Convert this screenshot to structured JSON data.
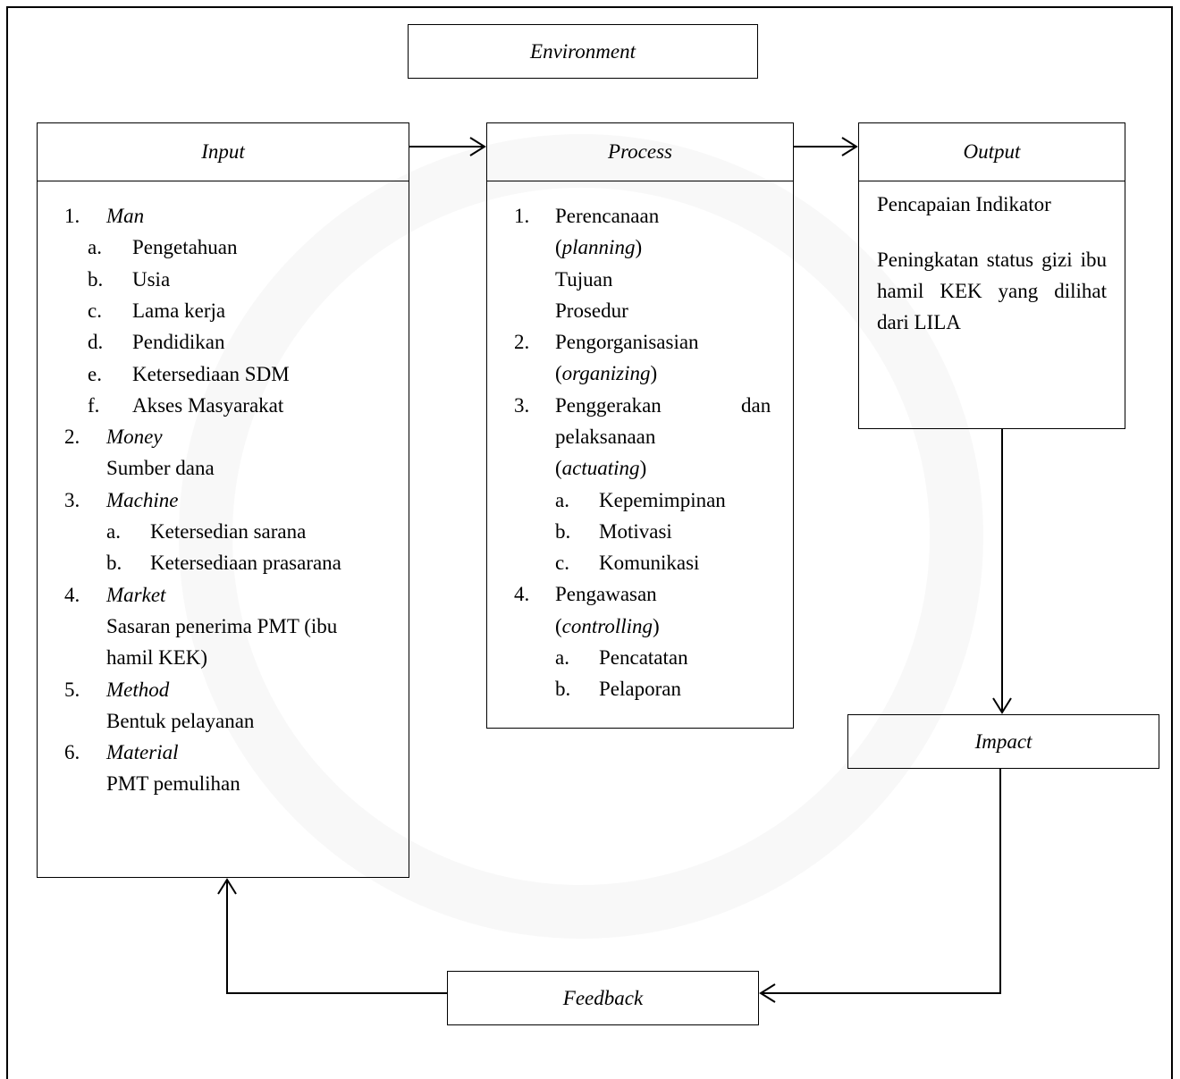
{
  "environment": "Environment",
  "input": {
    "title": "Input",
    "items": [
      {
        "num": "1.",
        "label": "Man",
        "italic": true
      },
      {
        "num": "a.",
        "label": "Pengetahuan"
      },
      {
        "num": "b.",
        "label": "Usia"
      },
      {
        "num": "c.",
        "label": "Lama kerja"
      },
      {
        "num": "d.",
        "label": "Pendidikan"
      },
      {
        "num": "e.",
        "label": "Ketersediaan SDM"
      },
      {
        "num": "f.",
        "label": "Akses Masyarakat"
      },
      {
        "num": "2.",
        "label": "Money",
        "italic": true
      },
      {
        "num": "",
        "label": "Sumber dana"
      },
      {
        "num": "3.",
        "label": "Machine",
        "italic": true
      },
      {
        "num": "a.",
        "label": "Ketersedian sarana"
      },
      {
        "num": "b.",
        "label": "Ketersediaan prasarana"
      },
      {
        "num": "4.",
        "label": "Market",
        "italic": true
      },
      {
        "num": "",
        "label": "Sasaran penerima PMT (ibu"
      },
      {
        "num": "",
        "label": "hamil KEK)"
      },
      {
        "num": "5.",
        "label": "Method",
        "italic": true
      },
      {
        "num": "",
        "label": "Bentuk pelayanan"
      },
      {
        "num": "6.",
        "label": "Material",
        "italic": true
      },
      {
        "num": "",
        "label": "PMT pemulihan"
      }
    ]
  },
  "process": {
    "title": "Process",
    "p1": "Perencanaan",
    "p1_en": "planning",
    "p1_a": "Tujuan",
    "p1_b": "Prosedur",
    "p2": "Pengorganisasian",
    "p2_en": "organizing",
    "p3_a": "Penggerakan",
    "p3_b": "dan",
    "p3_c": "pelaksanaan",
    "p3_en": "actuating",
    "p3_i1": "Kepemimpinan",
    "p3_i2": "Motivasi",
    "p3_i3": "Komunikasi",
    "p4": "Pengawasan",
    "p4_en": "controlling",
    "p4_i1": "Pencatatan",
    "p4_i2": "Pelaporan",
    "nums": [
      "1.",
      "2.",
      "3.",
      "4."
    ],
    "letters": [
      "a.",
      "b.",
      "c."
    ]
  },
  "output": {
    "title": "Output",
    "line1": "Pencapaian Indikator",
    "para": "Peningkatan status gizi ibu hamil KEK yang dilihat dari LILA"
  },
  "impact": "Impact",
  "feedback": "Feedback"
}
